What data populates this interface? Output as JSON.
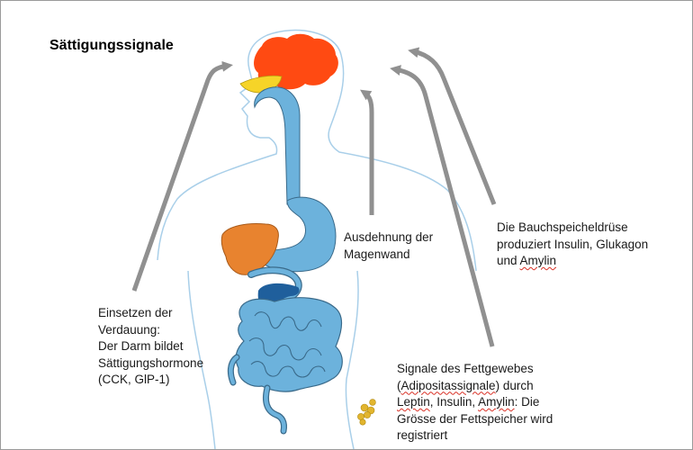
{
  "title": "Sättigungssignale",
  "labels": {
    "verdauung": {
      "lines": [
        "Einsetzen der",
        "Verdauung:",
        "Der Darm bildet",
        "Sättigungshormone",
        "(CCK, GlP-1)"
      ]
    },
    "magen": {
      "lines": [
        "Ausdehnung der",
        "Magenwand"
      ]
    },
    "pankreas": {
      "line1": "Die Bauchspeicheldrüse",
      "line2": "produziert Insulin, Glukagon",
      "line3_pre": "und ",
      "line3_word": "Amylin"
    },
    "fett": {
      "line1": "Signale des Fettgewebes",
      "line2_pre": "(",
      "line2_word": "Adipositassignale",
      "line2_post": ") durch",
      "line3_w1": "Leptin",
      "line3_mid": ", Insulin, ",
      "line3_w2": "Amylin",
      "line3_post": ": Die",
      "line4": "Grösse der Fettspeicher wird",
      "line5": "registriert"
    }
  },
  "colors": {
    "brain": "#ff4a12",
    "digestive": "#6cb2dc",
    "digestive_stroke": "#3a6a8a",
    "liver": "#e8832f",
    "pancreas": "#1f5f9c",
    "jaw": "#f6d428",
    "fat": "#e2b52e",
    "arrow": "#909090",
    "outline": "#a9cfe9"
  }
}
